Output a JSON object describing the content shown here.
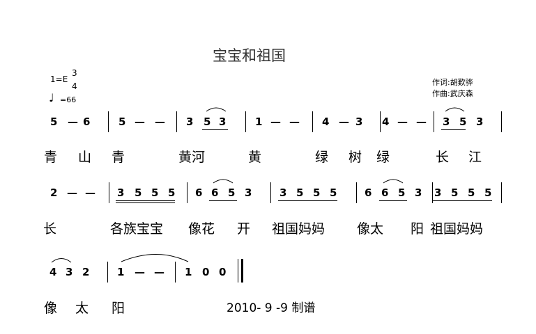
{
  "title": "宝宝和祖国",
  "key": "1=E",
  "time_signature": {
    "top": "3",
    "bottom": "4"
  },
  "tempo": "=66",
  "lyricist": "作词:胡歎骅",
  "composer": "作曲:武庆森",
  "date": "2010- 9 -9 制谱",
  "row1": {
    "notes": [
      "5",
      "—",
      "6",
      "5",
      "—",
      "—",
      "3",
      "5",
      "3",
      "1",
      "—",
      "—",
      "4",
      "—",
      "3",
      "4",
      "—",
      "—",
      "3",
      "5",
      "3"
    ],
    "lyrics": [
      "青",
      "山",
      "青",
      "黄河",
      "黄",
      "绿",
      "树",
      "绿",
      "长",
      "江"
    ]
  },
  "row2": {
    "notes": [
      "2",
      "—",
      "—",
      "3",
      "5",
      "5",
      "5",
      "6",
      "6",
      "5",
      "3",
      "3",
      "5",
      "5",
      "5",
      "6",
      "6",
      "5",
      "3",
      "3",
      "5",
      "5",
      "5"
    ],
    "lyrics": [
      "长",
      "各族宝宝",
      "像花",
      "开",
      "祖国妈妈",
      "像太",
      "阳",
      "祖国妈妈"
    ]
  },
  "row3": {
    "notes": [
      "4",
      "3",
      "2",
      "1",
      "—",
      "—",
      "1",
      "0",
      "0"
    ],
    "lyrics": [
      "像",
      "太",
      "阳"
    ]
  }
}
